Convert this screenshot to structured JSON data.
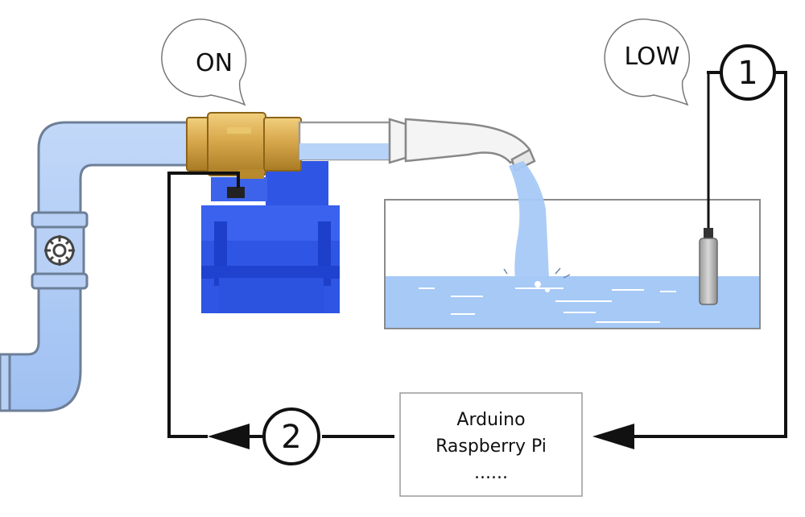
{
  "valve_status": "ON",
  "level_status": "LOW",
  "sensor_step": "1",
  "valve_step": "2",
  "controller": {
    "line1": "Arduino",
    "line2": "Raspberry Pi",
    "line3": "......"
  },
  "colors": {
    "pipe": "#a9c8f5",
    "pipe_outline": "#6d7f97",
    "water": "#a6c9f6",
    "brass": "#d4a54b",
    "actuator": "#2f55e4",
    "actuator_dark": "#1d3fc9",
    "wire": "#111111",
    "tank_border": "#8a8a8a",
    "sensor": "#a9a9a9"
  },
  "icons": {
    "speech_bubbles": "speech-bubble-icon",
    "arrows": "arrow-icon",
    "flow_meter": "gear-icon"
  }
}
